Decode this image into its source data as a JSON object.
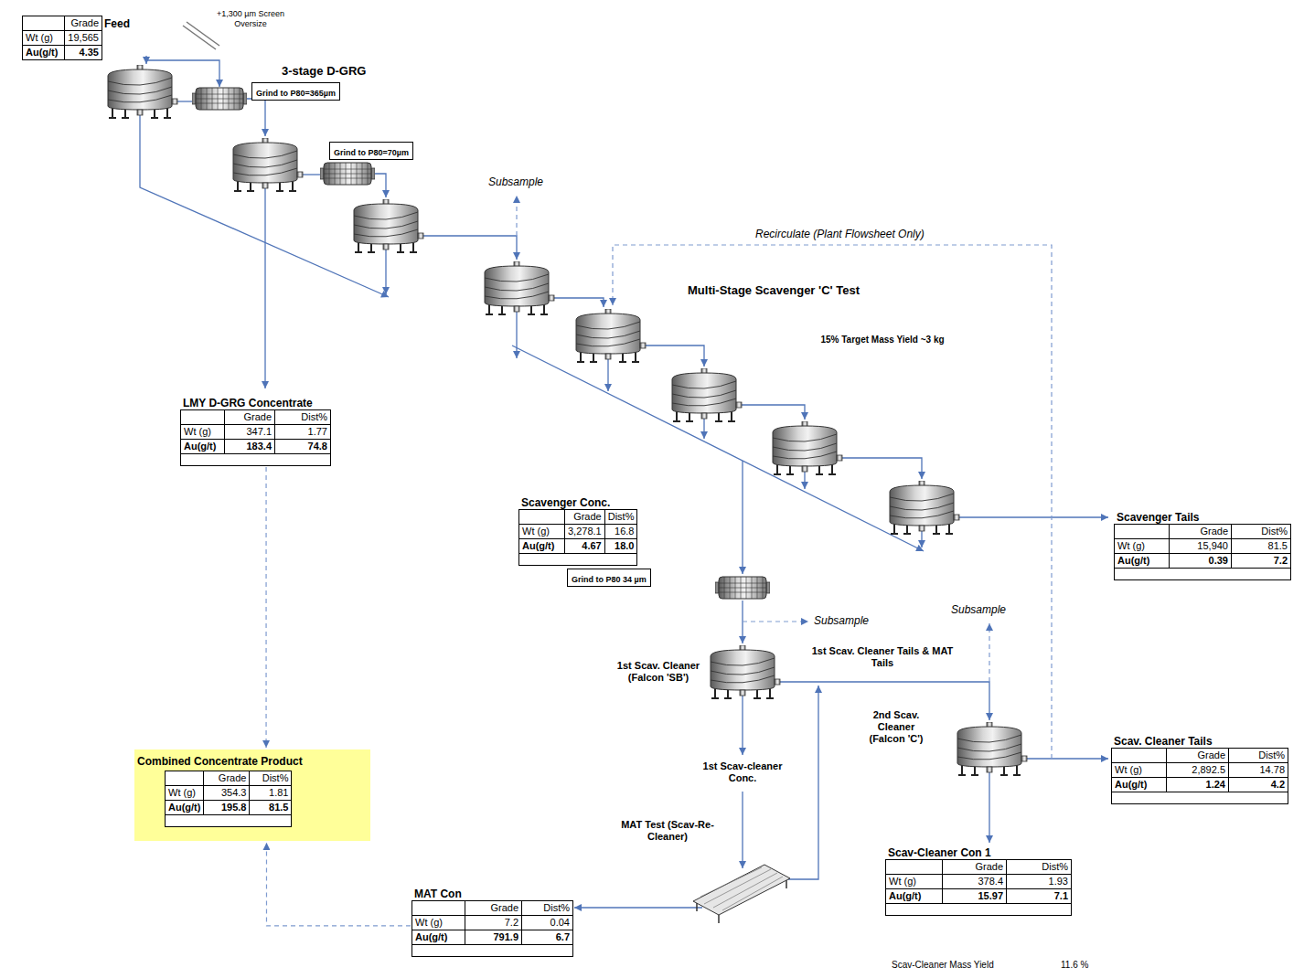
{
  "diagram": {
    "nodes": [
      {
        "text": [
          "Feed",
          "Grade",
          "Wt (g)",
          "19,565",
          "Au(g/t)",
          "4.35"
        ]
      },
      {
        "text": [
          "Grind to P80=365µm"
        ]
      },
      {
        "text": [
          "Grind to P80=70µm"
        ]
      },
      {
        "text": [
          "LMY D-GRG Concentrate",
          "Grade",
          "Dist%",
          "Wt (g)",
          "347.1",
          "1.77",
          "Au(g/t)",
          "183.4",
          "74.8"
        ]
      },
      {
        "text": [
          "Scavenger Conc.",
          "Grade",
          "Dist%",
          "Wt (g)",
          "3,278.1",
          "16.8",
          "Au(g/t)",
          "4.67",
          "18.0"
        ]
      },
      {
        "text": [
          "Scavenger Tails",
          "Grade",
          "Dist%",
          "Wt (g)",
          "15,940",
          "81.5",
          "Au(g/t)",
          "0.39",
          "7.2"
        ]
      },
      {
        "text": [
          "Grind to P80 34 µm"
        ]
      },
      {
        "text": [
          "Scav. Cleaner Tails",
          "Grade",
          "Dist%",
          "Wt (g)",
          "2,892.5",
          "14.78",
          "Au(g/t)",
          "1.24",
          "4.2"
        ]
      },
      {
        "text": [
          "Combined Concentrate Product",
          "Grade",
          "Dist%",
          "Wt (g)",
          "354.3",
          "1.81",
          "Au(g/t)",
          "195.8",
          "81.5"
        ]
      },
      {
        "text": [
          "Scav-Cleaner Con 1",
          "Grade",
          "Dist%",
          "Wt (g)",
          "378.4",
          "1.93",
          "Au(g/t)",
          "15.97",
          "7.1"
        ]
      },
      {
        "text": [
          "MAT Con",
          "Grade",
          "Dist%",
          "Wt (g)",
          "7.2",
          "0.04",
          "Au(g/t)",
          "791.9",
          "6.7"
        ]
      }
    ],
    "edges": [
      {
        "from": 3,
        "to": 8,
        "arrow": "to"
      },
      {
        "from": 10,
        "to": 8,
        "arrow": "to"
      }
    ],
    "labels": [
      "+1,300 µm Screen Oversize",
      "3-stage D-GRG",
      "Subsample",
      "Recirculate (Plant Flowsheet Only)",
      "Multi-Stage Scavenger 'C' Test",
      "15% Target Mass Yield ~3 kg",
      "Subsample",
      "Subsample",
      "1st Scav. Cleaner (Falcon 'SB')",
      "1st Scav. Cleaner Tails & MAT Tails",
      "2nd Scav. Cleaner (Falcon 'C')",
      "1st Scav-cleaner Conc.",
      "MAT Test (Scav-Re-Cleaner)",
      "Scav-Cleaner Mass Yield",
      "11.6 %"
    ]
  }
}
